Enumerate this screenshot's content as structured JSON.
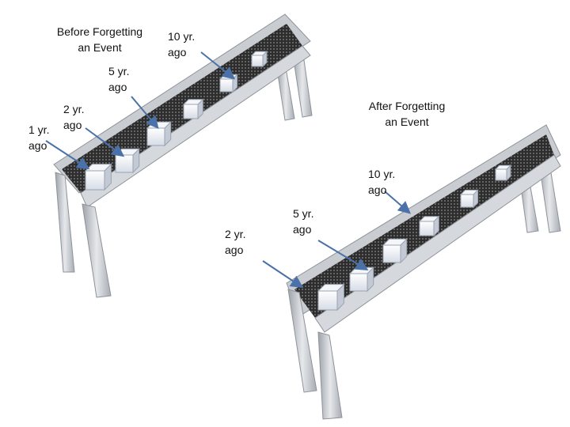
{
  "colors": {
    "belt": "#3a3a3a",
    "frame": "#c9ccd1",
    "frame_edge": "#8e939a",
    "leg": "#b9bdc3",
    "arrow": "#4a72a8",
    "text": "#111111"
  },
  "before": {
    "title": "Before Forgetting\nan Event",
    "labels": {
      "y1": "1 yr.\nago",
      "y2": "2 yr.\nago",
      "y5": "5 yr.\nago",
      "y10": "10 yr.\nago"
    }
  },
  "after": {
    "title": "After Forgetting\nan Event",
    "labels": {
      "y2": "2 yr.\nago",
      "y5": "5 yr.\nago",
      "y10": "10 yr.\nago"
    }
  }
}
